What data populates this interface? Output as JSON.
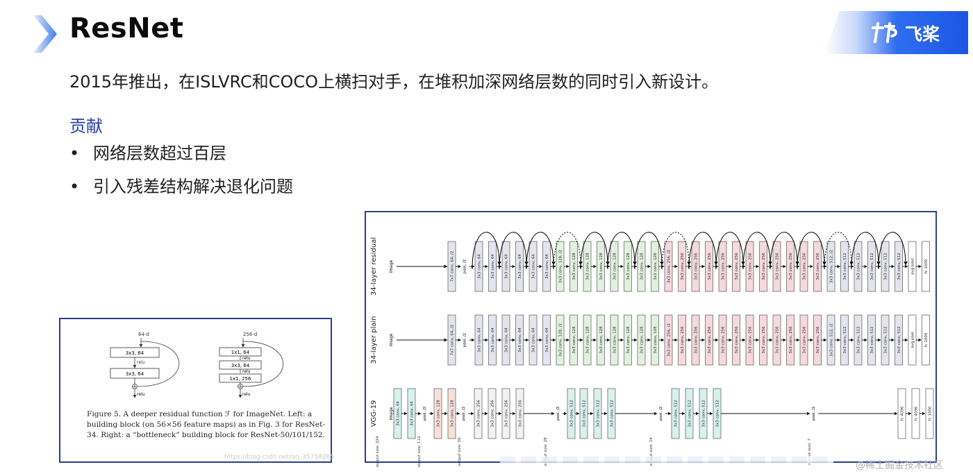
{
  "slide": {
    "title": "ResNet",
    "intro": "2015年推出，在ISLVRC和COCO上横扫对手，在堆积加深网络层数的同时引入新设计。",
    "contribution_heading": "贡献",
    "bullets": [
      "网络层数超过百层",
      "引入残差结构解决退化问题"
    ],
    "brand_logo_text": "飞桨",
    "footer_watermark": "@稀土掘金技术社区"
  },
  "figure5": {
    "caption": "Figure 5. A deeper residual function ℱ for ImageNet. Left: a building block (on 56×56 feature maps) as in Fig. 3 for ResNet-34. Right: a “bottleneck” building block for ResNet-50/101/152.",
    "left_block": {
      "input": "64-d",
      "layers": [
        "3x3, 64",
        "3x3, 64"
      ],
      "act": "relu"
    },
    "right_block": {
      "input": "256-d",
      "layers": [
        "1x1, 64",
        "3x3, 64",
        "1x1, 256"
      ],
      "act": "relu"
    },
    "watermark": "https://blog.csdn.net/qq_35758285"
  },
  "architecture": {
    "rows": [
      {
        "label": "34-layer residual",
        "layers": [
          "image",
          "7x7 conv, 64, /2",
          "pool, /2",
          "3x3 conv, 64",
          "3x3 conv, 64",
          "3x3 conv, 64",
          "3x3 conv, 64",
          "3x3 conv, 64",
          "3x3 conv, 64",
          "3x3 conv, 128, /2",
          "3x3 conv, 128",
          "3x3 conv, 128",
          "3x3 conv, 128",
          "3x3 conv, 128",
          "3x3 conv, 128",
          "3x3 conv, 128",
          "3x3 conv, 128",
          "3x3 conv, 256, /2",
          "3x3 conv, 256",
          "3x3 conv, 256",
          "3x3 conv, 256",
          "3x3 conv, 256",
          "3x3 conv, 256",
          "3x3 conv, 256",
          "3x3 conv, 256",
          "3x3 conv, 256",
          "3x3 conv, 256",
          "3x3 conv, 256",
          "3x3 conv, 256",
          "3x3 conv, 512, /2",
          "3x3 conv, 512",
          "3x3 conv, 512",
          "3x3 conv, 512",
          "3x3 conv, 512",
          "3x3 conv, 512",
          "avg pool",
          "fc 1000"
        ]
      },
      {
        "label": "34-layer plain",
        "layers": [
          "image",
          "7x7 conv, 64, /2",
          "pool, /2",
          "3x3 conv, 64",
          "3x3 conv, 64",
          "3x3 conv, 64",
          "3x3 conv, 64",
          "3x3 conv, 64",
          "3x3 conv, 64",
          "3x3 conv, 128, /2",
          "3x3 conv, 128",
          "3x3 conv, 128",
          "3x3 conv, 128",
          "3x3 conv, 128",
          "3x3 conv, 128",
          "3x3 conv, 128",
          "3x3 conv, 128",
          "3x3 conv, 256, /2",
          "3x3 conv, 256",
          "3x3 conv, 256",
          "3x3 conv, 256",
          "3x3 conv, 256",
          "3x3 conv, 256",
          "3x3 conv, 256",
          "3x3 conv, 256",
          "3x3 conv, 256",
          "3x3 conv, 256",
          "3x3 conv, 256",
          "3x3 conv, 256",
          "3x3 conv, 512, /2",
          "3x3 conv, 512",
          "3x3 conv, 512",
          "3x3 conv, 512",
          "3x3 conv, 512",
          "3x3 conv, 512",
          "avg pool",
          "fc 1000"
        ]
      },
      {
        "label": "VGG-19",
        "layers": [
          "image",
          "3x3 conv, 64",
          "3x3 conv, 64",
          "pool, /2",
          "3x3 conv, 128",
          "3x3 conv, 128",
          "pool, /2",
          "3x3 conv, 256",
          "3x3 conv, 256",
          "3x3 conv, 256",
          "3x3 conv, 256",
          "pool, /2",
          "3x3 conv, 512",
          "3x3 conv, 512",
          "3x3 conv, 512",
          "3x3 conv, 512",
          "pool, /2",
          "3x3 conv, 512",
          "3x3 conv, 512",
          "3x3 conv, 512",
          "3x3 conv, 512",
          "pool, /2",
          "fc 4096",
          "fc 4096",
          "fc 1000"
        ]
      }
    ],
    "output_size_labels": [
      "output size: 224",
      "output size: 112",
      "output size: 56",
      "output size: 28",
      "output size: 14",
      "output size: 7"
    ],
    "colors": {
      "c64": "#e4e4ee",
      "c128": "#e2f1df",
      "c256": "#f4d9df",
      "c512": "#e4e4ee",
      "vgg64": "#d9f0ec",
      "vgg128": "#f7e0da",
      "plain": "#f2f2f2",
      "border": "#555555"
    }
  }
}
